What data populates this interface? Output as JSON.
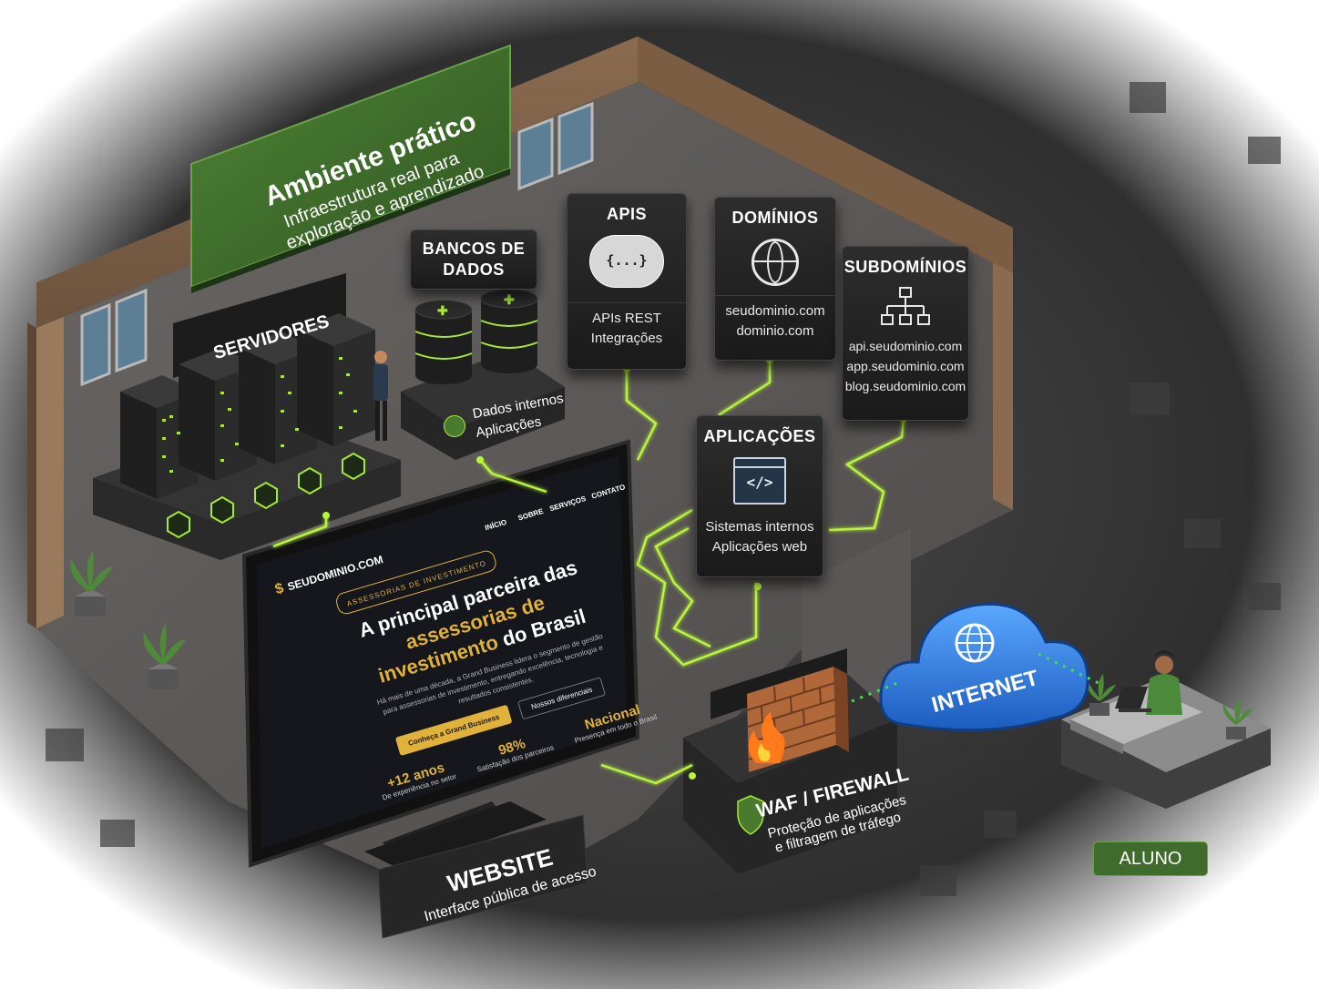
{
  "banner": {
    "title": "Ambiente prático",
    "line1": "Infraestrutura real para",
    "line2": "exploração e aprendizado"
  },
  "servers": {
    "title": "SERVIDORES"
  },
  "databases": {
    "title_line1": "BANCOS DE",
    "title_line2": "DADOS",
    "line1": "Dados internos",
    "line2": "Aplicações"
  },
  "apis": {
    "title": "APIS",
    "icon_text": "{...}",
    "line1": "APIs REST",
    "line2": "Integrações"
  },
  "domains": {
    "title": "DOMÍNIOS",
    "line1": "seudominio.com",
    "line2": "dominio.com"
  },
  "subdomains": {
    "title": "SUBDOMÍNIOS",
    "line1": "api.seudominio.com",
    "line2": "app.seudominio.com",
    "line3": "blog.seudominio.com"
  },
  "applications": {
    "title": "APLICAÇÕES",
    "line1": "Sistemas internos",
    "line2": "Aplicações web"
  },
  "website_screen": {
    "logo": "SEUDOMINIO.COM",
    "nav": [
      "INÍCIO",
      "SOBRE",
      "SERVIÇOS",
      "CONTATO"
    ],
    "tag": "ASSESSORIAS DE INVESTIMENTO",
    "headline_1": "A principal parceira das",
    "headline_2": "assessorias de",
    "headline_3a": "investimento",
    "headline_3b": " do Brasil",
    "paragraph_1": "Há mais de uma década, a Grand Business lidera o segmento de gestão",
    "paragraph_2": "para assessorias de investimento, entregando excelência, tecnologia e",
    "paragraph_3": "resultados consistentes.",
    "cta_primary": "Conheça a Grand Business",
    "cta_secondary": "Nossos diferenciais",
    "stat1_value": "+12 anos",
    "stat1_label": "De experiência no setor",
    "stat2_value": "98%",
    "stat2_label": "Satisfação dos parceiros",
    "stat3_value": "Nacional",
    "stat3_label": "Presença em todo o Brasil"
  },
  "website": {
    "title": "WEBSITE",
    "line1": "Interface pública de acesso"
  },
  "firewall": {
    "title": "WAF / FIREWALL",
    "line1": "Proteção de aplicações",
    "line2": "e filtragem de tráfego"
  },
  "internet": {
    "title": "INTERNET"
  },
  "student": {
    "label": "ALUNO"
  },
  "colors": {
    "accent_green": "#b8f53a",
    "banner_green": "#3f6b2c",
    "gold": "#e0b23a",
    "internet_blue": "#2f7fe0",
    "badge_green": "#4a7a2e"
  }
}
